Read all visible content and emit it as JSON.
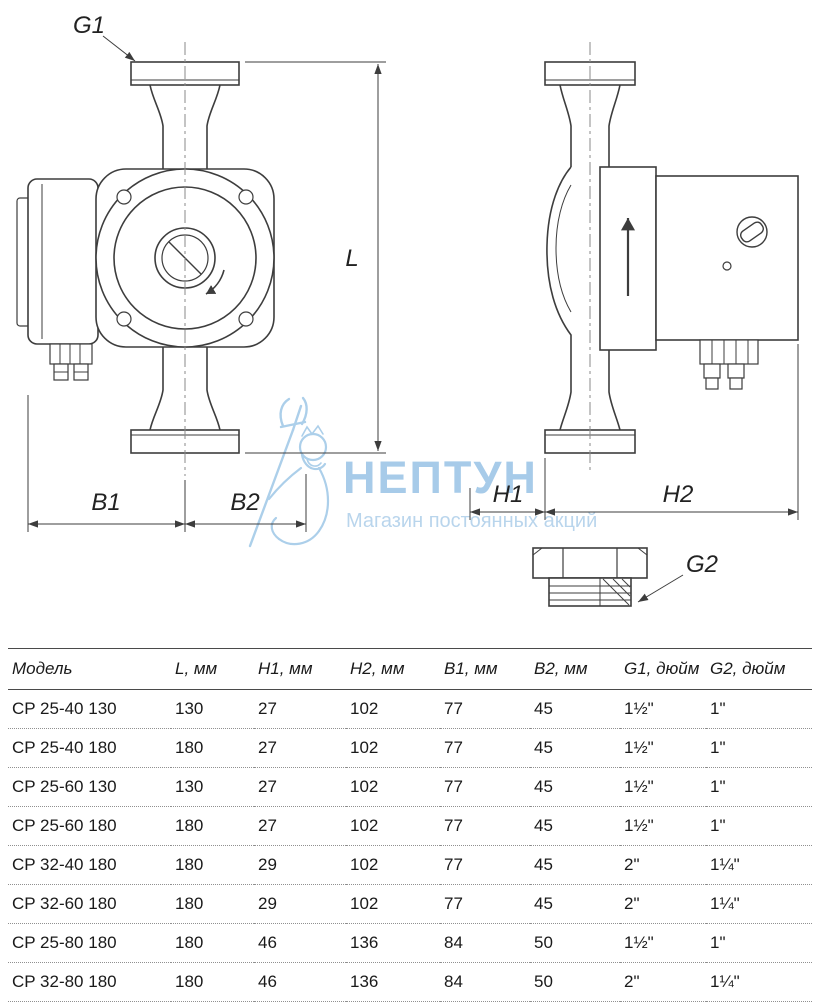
{
  "colors": {
    "line": "#3d3d3d",
    "watermark_blue": "#a3c9e8",
    "watermark_light_blue": "#b6d3ec"
  },
  "diagram": {
    "dim_labels": {
      "g1": "G1",
      "l": "L",
      "b1": "B1",
      "b2": "B2",
      "h1": "H1",
      "h2": "H2",
      "g2": "G2"
    }
  },
  "watermark": {
    "title": "НЕПТУН",
    "subtitle": "Магазин постоянных акций"
  },
  "table": {
    "headers": [
      "Модель",
      "L, мм",
      "H1, мм",
      "H2, мм",
      "B1, мм",
      "B2, мм",
      "G1, дюйм",
      "G2, дюйм"
    ],
    "rows": [
      [
        "CP 25-40 130",
        "130",
        "27",
        "102",
        "77",
        "45",
        "1½\"",
        "1\""
      ],
      [
        "CP 25-40 180",
        "180",
        "27",
        "102",
        "77",
        "45",
        "1½\"",
        "1\""
      ],
      [
        "CP 25-60 130",
        "130",
        "27",
        "102",
        "77",
        "45",
        "1½\"",
        "1\""
      ],
      [
        "CP 25-60 180",
        "180",
        "27",
        "102",
        "77",
        "45",
        "1½\"",
        "1\""
      ],
      [
        "CP 32-40 180",
        "180",
        "29",
        "102",
        "77",
        "45",
        "2\"",
        "1¼\""
      ],
      [
        "CP 32-60 180",
        "180",
        "29",
        "102",
        "77",
        "45",
        "2\"",
        "1¼\""
      ],
      [
        "CP 25-80 180",
        "180",
        "46",
        "136",
        "84",
        "50",
        "1½\"",
        "1\""
      ],
      [
        "CP 32-80 180",
        "180",
        "46",
        "136",
        "84",
        "50",
        "2\"",
        "1¼\""
      ]
    ]
  }
}
